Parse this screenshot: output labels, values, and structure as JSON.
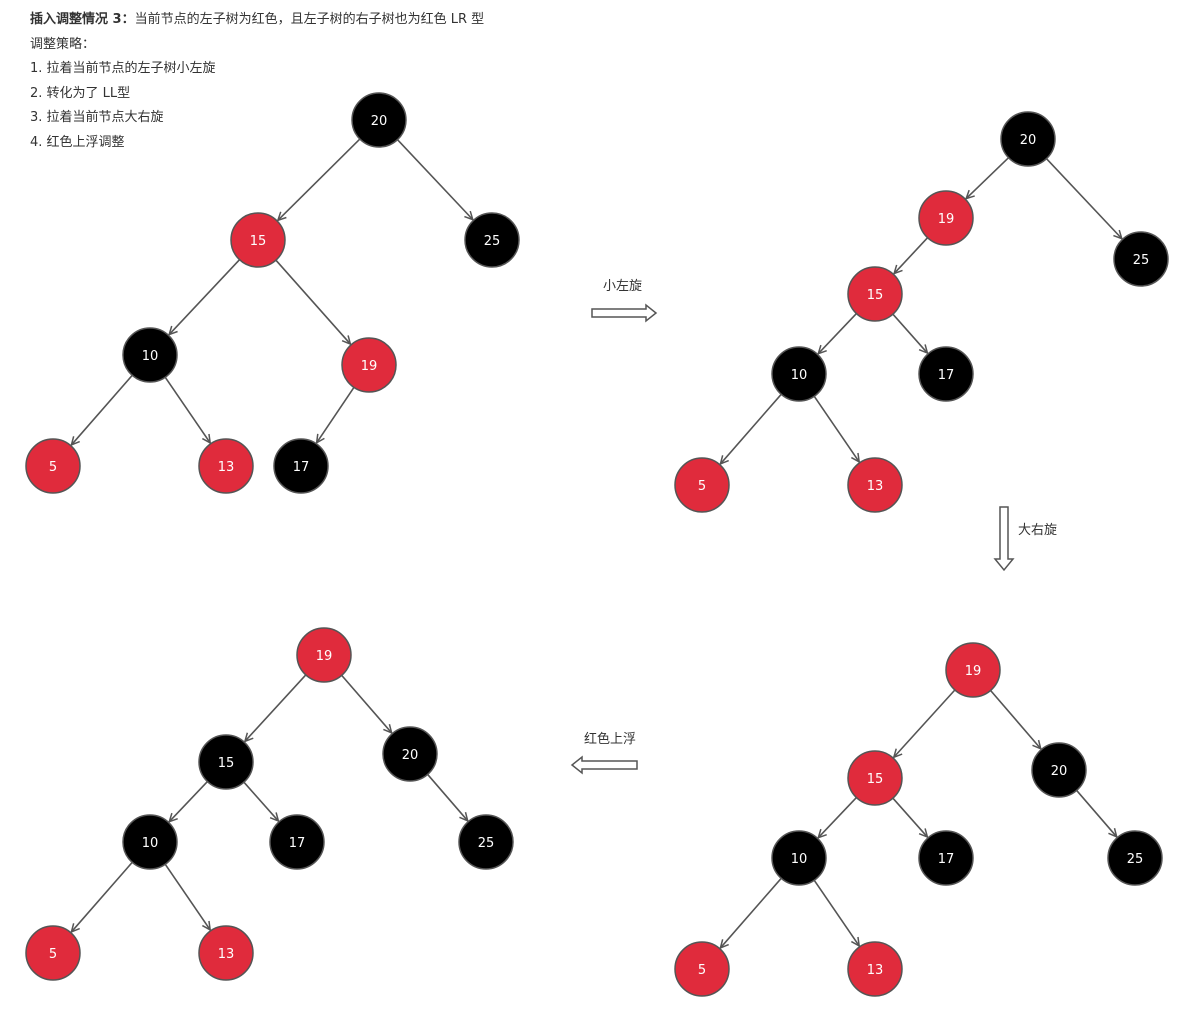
{
  "heading": {
    "label": "插入调整情况 3：",
    "text": "当前节点的左子树为红色，且左子树的右子树也为红色 LR 型"
  },
  "strategy_title": "调整策略：",
  "steps": [
    "1. 拉着当前节点的左子树小左旋",
    "2. 转化为了 LL型",
    "3. 拉着当前节点大右旋",
    "4. 红色上浮调整"
  ],
  "colors": {
    "red": "#e02b3c",
    "black": "#000000",
    "edge": "#555555",
    "node_stroke": "#555555"
  },
  "transitions": [
    "小左旋",
    "大右旋",
    "红色上浮"
  ],
  "trees": [
    {
      "name": "tree-initial",
      "nodes": [
        {
          "id": "20",
          "label": "20",
          "color": "black"
        },
        {
          "id": "15",
          "label": "15",
          "color": "red"
        },
        {
          "id": "25",
          "label": "25",
          "color": "black"
        },
        {
          "id": "10",
          "label": "10",
          "color": "black"
        },
        {
          "id": "19",
          "label": "19",
          "color": "red"
        },
        {
          "id": "5",
          "label": "5",
          "color": "red"
        },
        {
          "id": "13",
          "label": "13",
          "color": "red"
        },
        {
          "id": "17",
          "label": "17",
          "color": "black"
        }
      ],
      "edges": [
        [
          "20",
          "15"
        ],
        [
          "20",
          "25"
        ],
        [
          "15",
          "10"
        ],
        [
          "15",
          "19"
        ],
        [
          "10",
          "5"
        ],
        [
          "10",
          "13"
        ],
        [
          "19",
          "17"
        ]
      ]
    },
    {
      "name": "tree-after-left-rotation",
      "nodes": [
        {
          "id": "20",
          "label": "20",
          "color": "black"
        },
        {
          "id": "19",
          "label": "19",
          "color": "red"
        },
        {
          "id": "25",
          "label": "25",
          "color": "black"
        },
        {
          "id": "15",
          "label": "15",
          "color": "red"
        },
        {
          "id": "10",
          "label": "10",
          "color": "black"
        },
        {
          "id": "17",
          "label": "17",
          "color": "black"
        },
        {
          "id": "5",
          "label": "5",
          "color": "red"
        },
        {
          "id": "13",
          "label": "13",
          "color": "red"
        }
      ],
      "edges": [
        [
          "20",
          "19"
        ],
        [
          "20",
          "25"
        ],
        [
          "19",
          "15"
        ],
        [
          "15",
          "10"
        ],
        [
          "15",
          "17"
        ],
        [
          "10",
          "5"
        ],
        [
          "10",
          "13"
        ]
      ]
    },
    {
      "name": "tree-after-right-rotation",
      "nodes": [
        {
          "id": "19",
          "label": "19",
          "color": "red"
        },
        {
          "id": "15",
          "label": "15",
          "color": "red"
        },
        {
          "id": "20",
          "label": "20",
          "color": "black"
        },
        {
          "id": "10",
          "label": "10",
          "color": "black"
        },
        {
          "id": "17",
          "label": "17",
          "color": "black"
        },
        {
          "id": "25",
          "label": "25",
          "color": "black"
        },
        {
          "id": "5",
          "label": "5",
          "color": "red"
        },
        {
          "id": "13",
          "label": "13",
          "color": "red"
        }
      ],
      "edges": [
        [
          "19",
          "15"
        ],
        [
          "19",
          "20"
        ],
        [
          "15",
          "10"
        ],
        [
          "15",
          "17"
        ],
        [
          "20",
          "25"
        ],
        [
          "10",
          "5"
        ],
        [
          "10",
          "13"
        ]
      ]
    },
    {
      "name": "tree-final",
      "nodes": [
        {
          "id": "19",
          "label": "19",
          "color": "red"
        },
        {
          "id": "15",
          "label": "15",
          "color": "black"
        },
        {
          "id": "20",
          "label": "20",
          "color": "black"
        },
        {
          "id": "10",
          "label": "10",
          "color": "black"
        },
        {
          "id": "17",
          "label": "17",
          "color": "black"
        },
        {
          "id": "25",
          "label": "25",
          "color": "black"
        },
        {
          "id": "5",
          "label": "5",
          "color": "red"
        },
        {
          "id": "13",
          "label": "13",
          "color": "red"
        }
      ],
      "edges": [
        [
          "19",
          "15"
        ],
        [
          "19",
          "20"
        ],
        [
          "15",
          "10"
        ],
        [
          "15",
          "17"
        ],
        [
          "20",
          "25"
        ],
        [
          "10",
          "5"
        ],
        [
          "10",
          "13"
        ]
      ]
    }
  ]
}
